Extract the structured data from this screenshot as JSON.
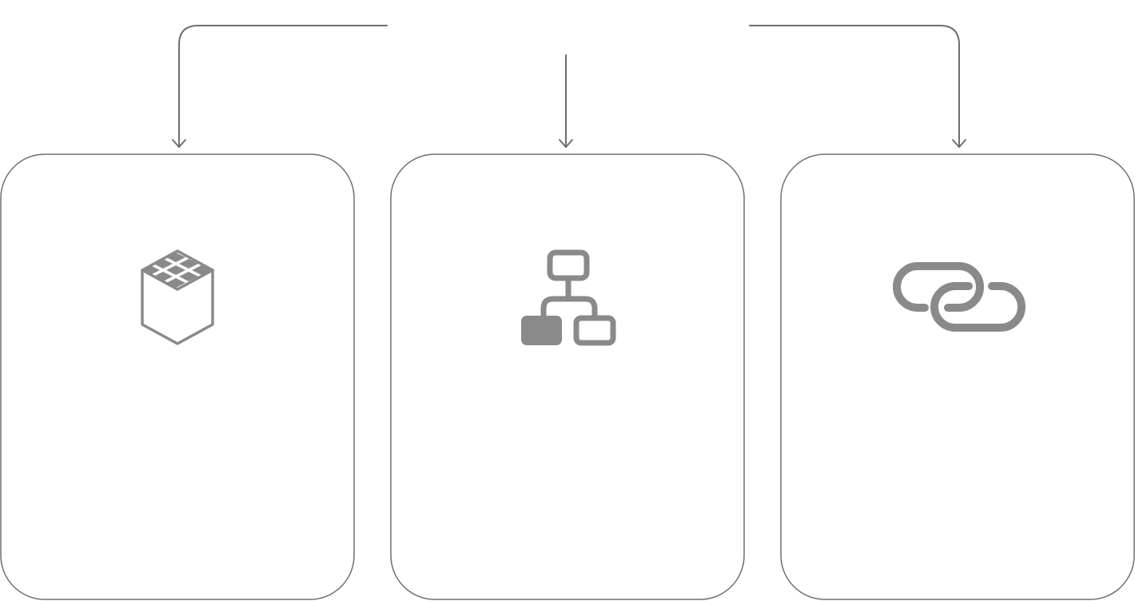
{
  "diagram": {
    "colors": {
      "line": "#6e6e6e",
      "icon": "#8a8a8a",
      "background": "#ffffff"
    },
    "cards": [
      {
        "id": "left",
        "icon": "cube-grid-icon"
      },
      {
        "id": "center",
        "icon": "hierarchy-icon"
      },
      {
        "id": "right",
        "icon": "link-icon"
      }
    ]
  }
}
